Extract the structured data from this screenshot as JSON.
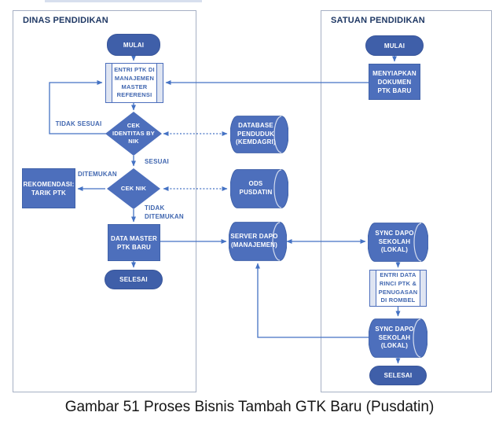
{
  "caption": "Gambar 51 Proses Bisnis Tambah GTK Baru (Pusdatin)",
  "colors": {
    "shape_blue": "#4d6fbc",
    "terminator_blue": "#3f5fa9",
    "connector_blue": "#4472c4",
    "flow_label_blue": "#4167b0",
    "lane_border": "#a6b0c4",
    "lane_header_navy": "#1f3864"
  },
  "lanes": {
    "dinas": {
      "title": "DINAS PENDIDIKAN"
    },
    "satuan": {
      "title": "SATUAN PENDIDIKAN"
    }
  },
  "nodes": {
    "mulai_dinas": "MULAI",
    "entri_ptk": "ENTRI PTK DI\nMANAJEMEN\nMASTER\nREFERENSI",
    "cek_identitas": "CEK\nIDENTITAS BY\nNIK",
    "rekomendasi": "REKOMENDASI:\nTARIK PTK",
    "cek_nik": "CEK NIK",
    "data_master": "DATA MASTER\nPTK BARU",
    "selesai_dinas": "SELESAI",
    "db_penduduk": "DATABASE\nPENDUDUK\n(KEMDAGRI)",
    "ods_pusdatin": "ODS\nPUSDATIN",
    "server_dapo": "SERVER DAPO\n(MANAJEMEN)",
    "mulai_satuan": "MULAI",
    "menyiapkan_dokumen": "MENYIAPKAN\nDOKUMEN\nPTK BARU",
    "sync_dapo_atas": "SYNC DAPO\nSEKOLAH\n(LOKAL)",
    "entri_data_rinci": "ENTRI DATA\nRINCI PTK &\nPENUGASAN\nDI ROMBEL",
    "sync_dapo_bawah": "SYNC DAPO\nSEKOLAH\n(LOKAL)",
    "selesai_satuan": "SELESAI"
  },
  "edge_labels": {
    "tidak_sesuai": "TIDAK SESUAI",
    "sesuai": "SESUAI",
    "ditemukan": "DITEMUKAN",
    "tidak_ditemukan": "TIDAK\nDITEMUKAN"
  }
}
